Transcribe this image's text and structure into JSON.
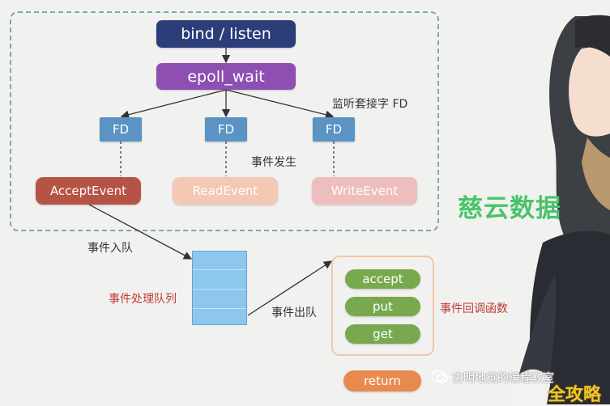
{
  "nodes": {
    "bind_listen": "bind / listen",
    "epoll_wait": "epoll_wait",
    "fd1": "FD",
    "fd2": "FD",
    "fd3": "FD",
    "accept_event": "AcceptEvent",
    "read_event": "ReadEvent",
    "write_event": "WriteEvent"
  },
  "labels": {
    "listen_socket_fd": "监听套接字 FD",
    "event_occurs": "事件发生",
    "enqueue": "事件入队",
    "event_queue": "事件处理队列",
    "dequeue": "事件出队",
    "callback_functions": "事件回调函数"
  },
  "callbacks": [
    "accept",
    "put",
    "get"
  ],
  "return_label": "return",
  "watermarks": {
    "wechat_account": "古明地觉的编程教室",
    "brand_top": "慈云数据",
    "brand_bottom": "全攻略"
  },
  "colors": {
    "bind": "#2c3e7a",
    "epoll": "#8e4fb3",
    "fd": "#5b93c4",
    "accept_event": "#b55445",
    "read_event": "#f3c8b5",
    "write_event": "#eebdbd",
    "callback": "#79a94f",
    "return": "#e88a4d",
    "dashed_border": "#7fa9a0"
  }
}
